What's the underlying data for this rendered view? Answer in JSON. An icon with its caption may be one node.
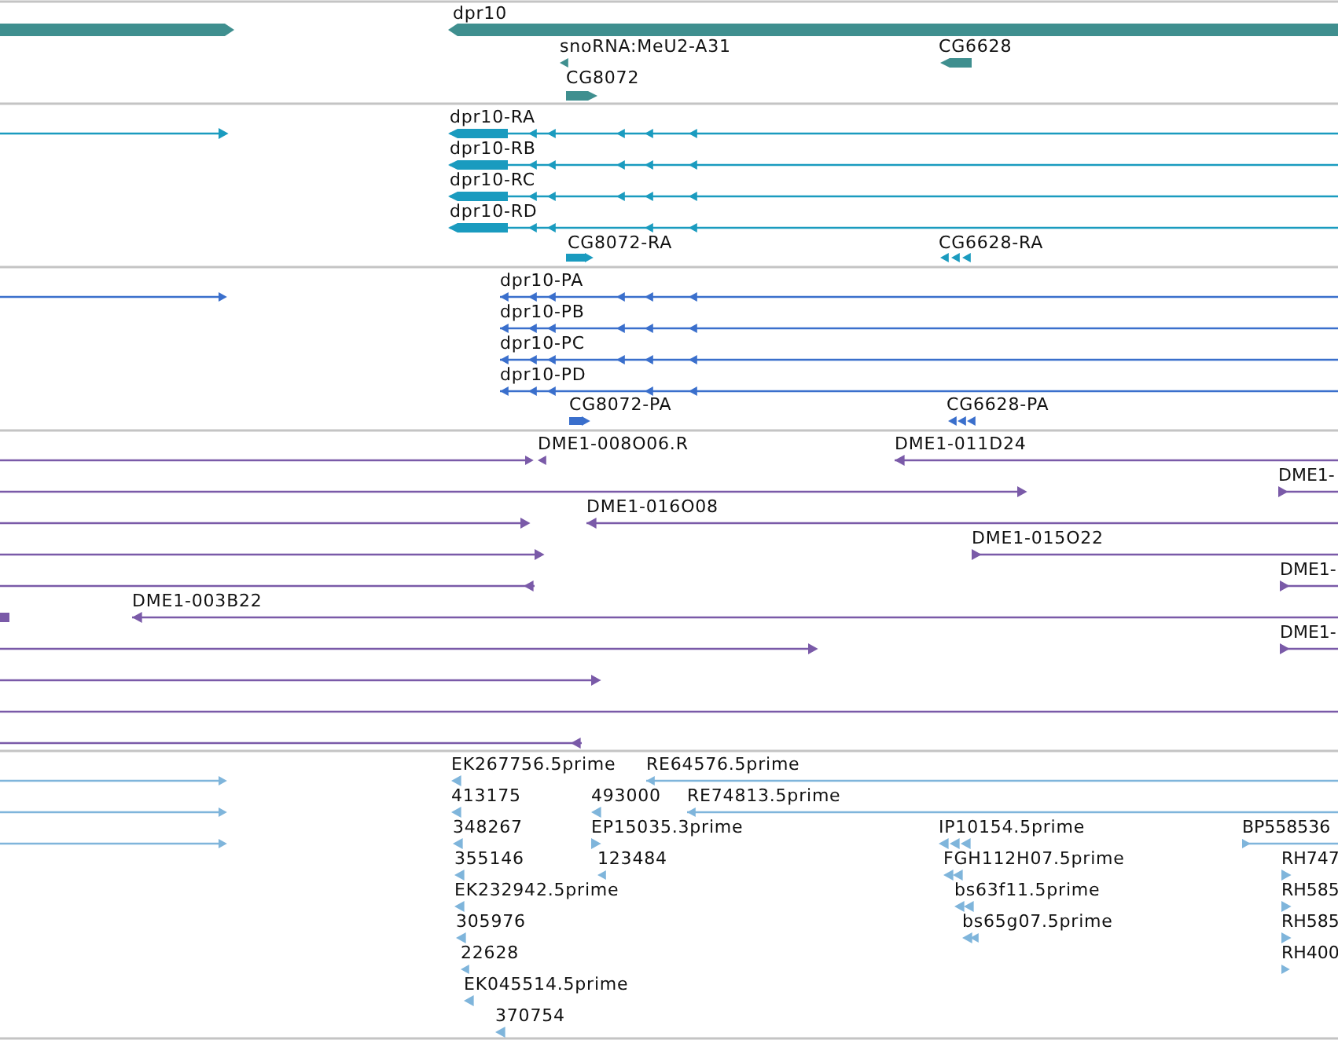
{
  "diagram": {
    "labels": [
      "dpr10",
      "snoRNA:MeU2-A31",
      "CG6628",
      "CG8072",
      "dpr10-RA",
      "dpr10-RB",
      "dpr10-RC",
      "dpr10-RD",
      "CG8072-RA",
      "CG6628-RA",
      "dpr10-PA",
      "dpr10-PB",
      "dpr10-PC",
      "dpr10-PD",
      "CG8072-PA",
      "CG6628-PA",
      "DME1-008O06.R",
      "DME1-011D24",
      "DME1-",
      "DME1-016O08",
      "DME1-015O22",
      "DME1-",
      "DME1-003B22",
      "DME1-",
      "EK267756.5prime",
      "RE64576.5prime",
      "413175",
      "493000",
      "RE74813.5prime",
      "348267",
      "EP15035.3prime",
      "IP10154.5prime",
      "BP558536",
      "355146",
      "123484",
      "FGH112H07.5prime",
      "RH747",
      "EK232942.5prime",
      "bs63f11.5prime",
      "RH585",
      "305976",
      "bs65g07.5prime",
      "RH585",
      "22628",
      "RH400",
      "EK045514.5prime",
      "370754"
    ]
  }
}
